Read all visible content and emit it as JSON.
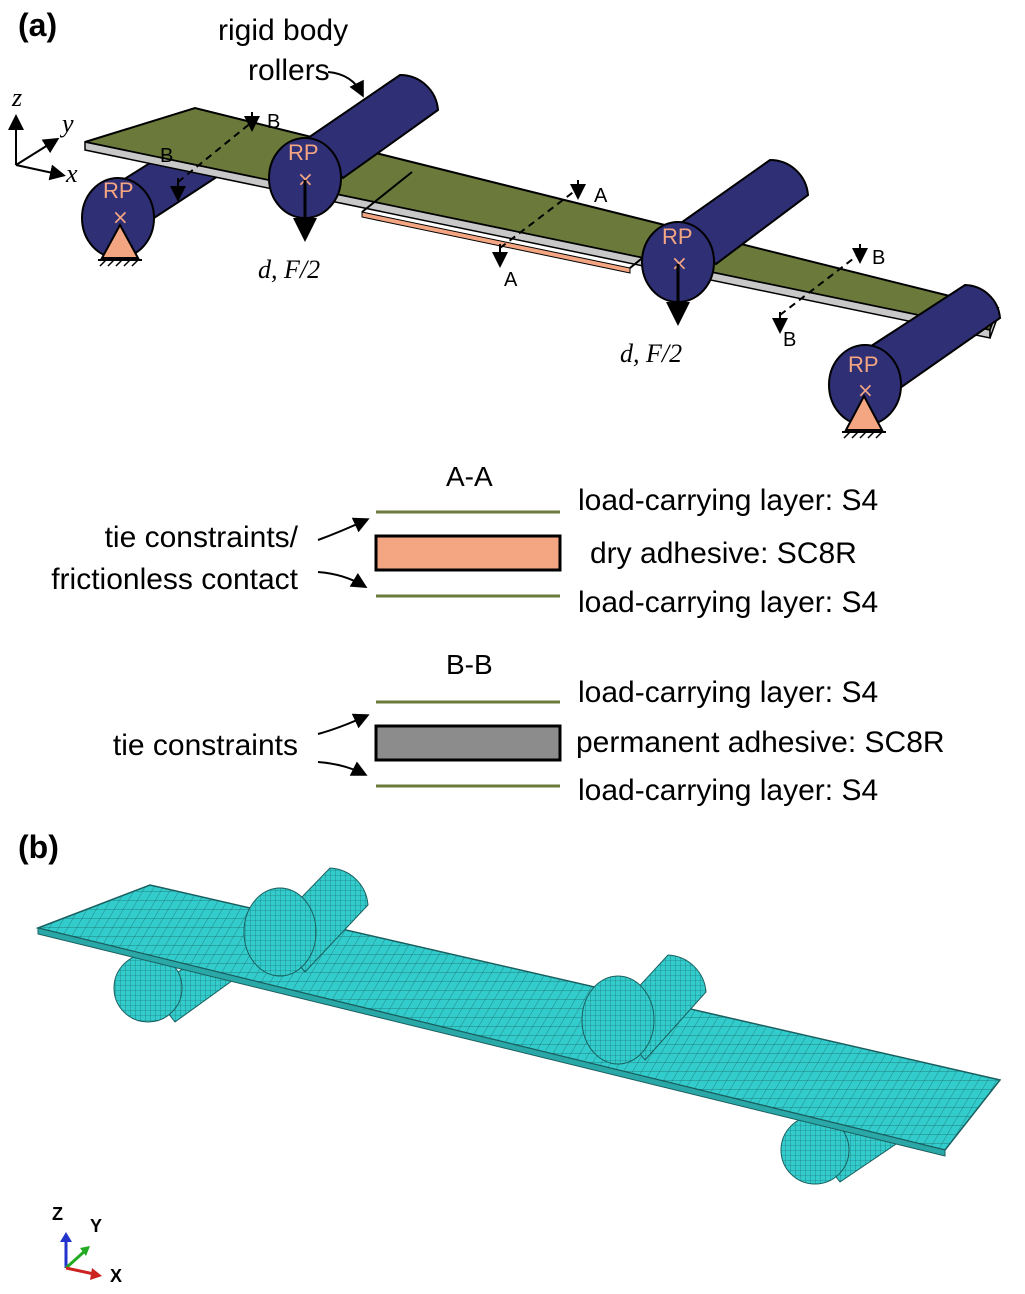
{
  "panel_a": {
    "label": "(a)",
    "rollers_label_line1": "rigid body",
    "rollers_label_line2": "rollers",
    "axis": {
      "z": "z",
      "y": "y",
      "x": "x"
    },
    "rp": "RP",
    "load": "d, F/2",
    "section_a": "A",
    "section_b": "B"
  },
  "section_aa": {
    "title": "A-A",
    "left_line1": "tie constraints/",
    "left_line2": "frictionless contact",
    "top_layer": "load-carrying layer: S4",
    "middle_layer": "dry adhesive: SC8R",
    "bottom_layer": "load-carrying layer: S4"
  },
  "section_bb": {
    "title": "B-B",
    "left_label": "tie constraints",
    "top_layer": "load-carrying layer: S4",
    "middle_layer": "permanent adhesive: SC8R",
    "bottom_layer": "load-carrying layer: S4"
  },
  "panel_b": {
    "label": "(b)",
    "triad": {
      "z": "Z",
      "y": "Y",
      "x": "X"
    }
  },
  "colors": {
    "roller": "#2f2f75",
    "plate": "#6b7a3a",
    "dry_adhesive": "#f4a582",
    "permanent_adhesive": "#8c8c8c",
    "mesh": "#33cccc",
    "support": "#f4a582"
  }
}
